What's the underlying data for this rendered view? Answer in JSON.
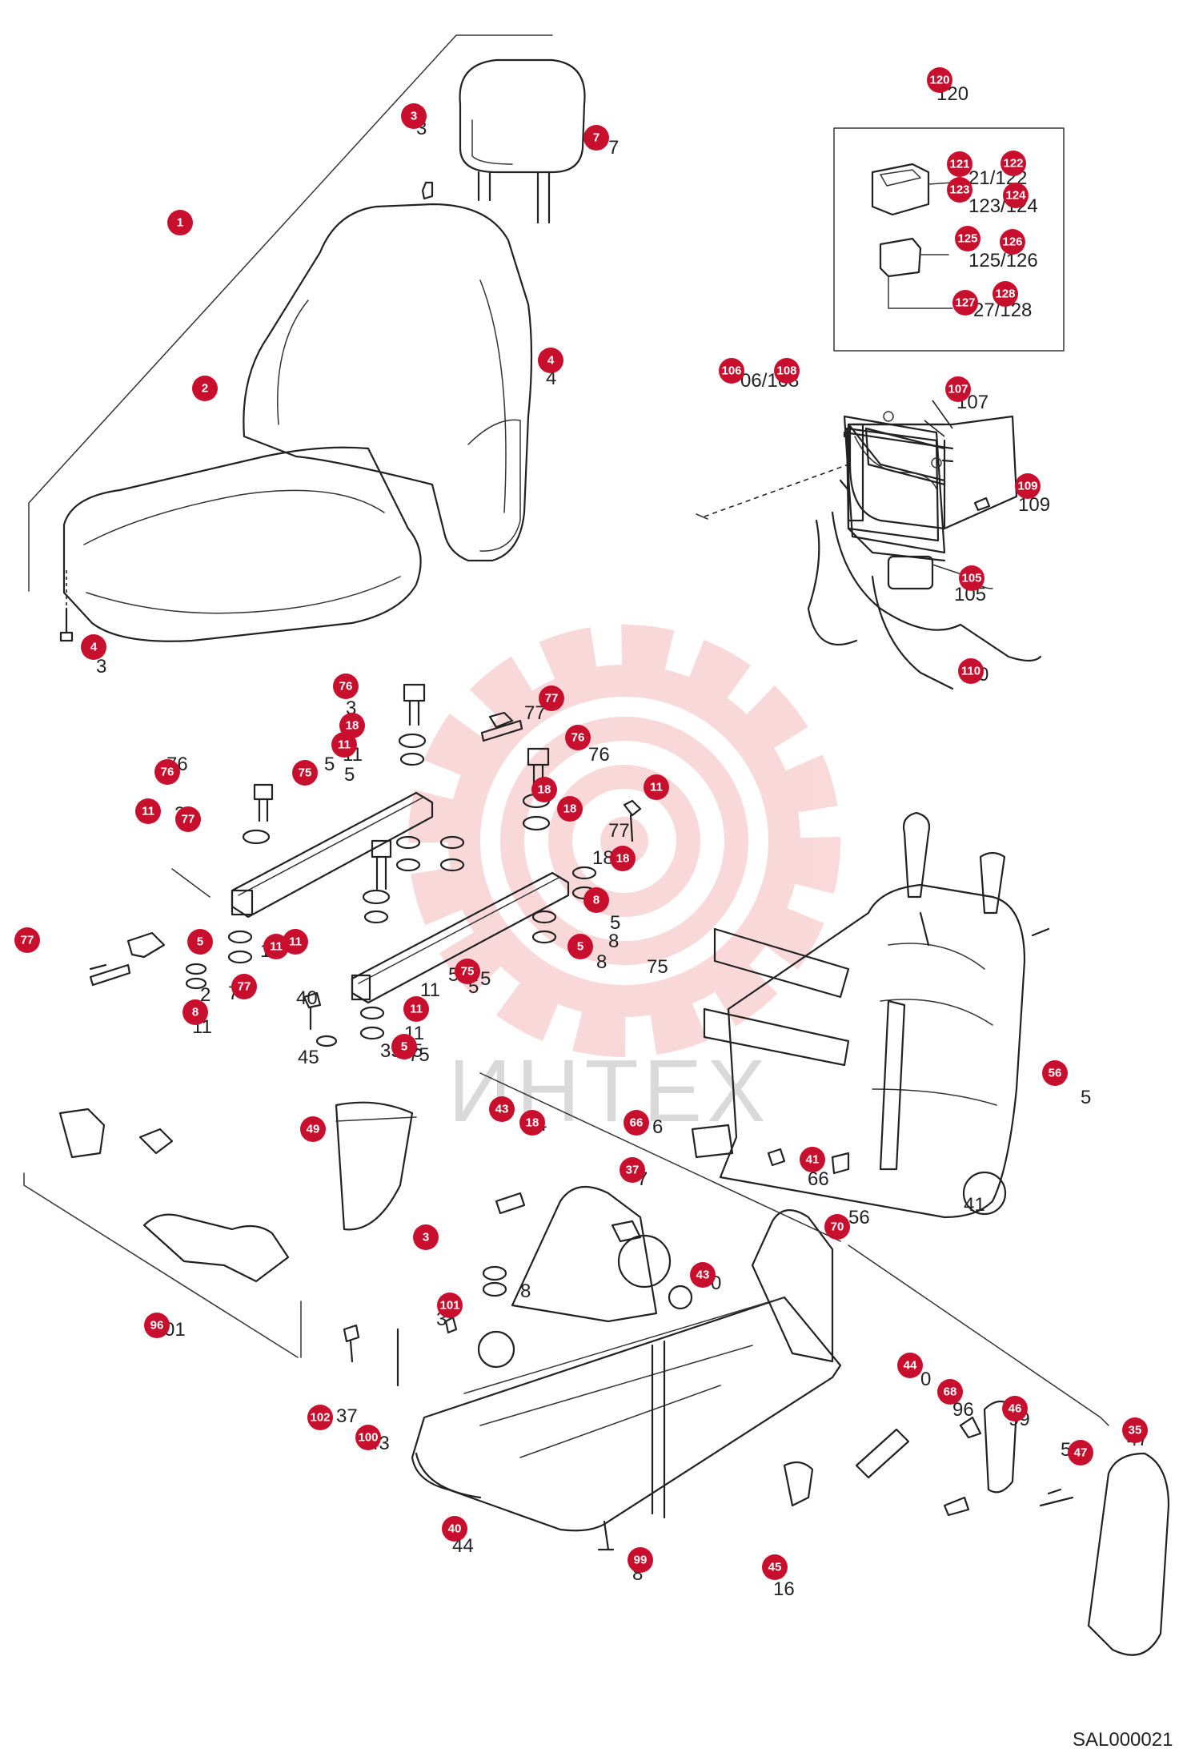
{
  "diagram": {
    "reference_code": "SAL000021",
    "watermark_text": "ИНТЕХ",
    "colors": {
      "badge": "#c8102e",
      "line": "#222222",
      "watermark": "#f4b9b9"
    },
    "callouts": [
      "1",
      "2",
      "3",
      "4",
      "7",
      "3",
      "4",
      "76",
      "77",
      "18",
      "11",
      "76",
      "75",
      "76",
      "18",
      "11",
      "77",
      "11",
      "18",
      "18",
      "11",
      "8",
      "5",
      "11",
      "5",
      "8",
      "77",
      "77",
      "75",
      "11",
      "5",
      "43",
      "18",
      "49",
      "66",
      "37",
      "41",
      "56",
      "70",
      "43",
      "96",
      "101",
      "102",
      "100",
      "44",
      "68",
      "46",
      "35",
      "47",
      "40",
      "99",
      "45",
      "120",
      "121",
      "122",
      "123",
      "124",
      "125",
      "126",
      "127",
      "128",
      "106",
      "108",
      "107",
      "109",
      "105",
      "110"
    ],
    "labels": [
      "3",
      "7",
      "120",
      "21/122",
      "123/124",
      "125/126",
      "27/128",
      "06/108",
      "107",
      "109",
      "105",
      "0",
      "4",
      "3",
      "76",
      "5",
      "77",
      "3",
      "11",
      "5",
      "76",
      "3",
      "77",
      "18",
      "11",
      "5",
      "8",
      "11",
      "5",
      "8",
      "5",
      "75",
      "77",
      "5",
      "11",
      "5",
      "75",
      "11",
      "5",
      "6",
      "66",
      "41",
      "56",
      "4",
      "7",
      "0",
      "3",
      "37",
      "43",
      "01",
      "2",
      "0",
      "96",
      "5",
      "44",
      "8",
      "16",
      "47",
      "40",
      "99",
      "45",
      "35",
      "8"
    ]
  }
}
